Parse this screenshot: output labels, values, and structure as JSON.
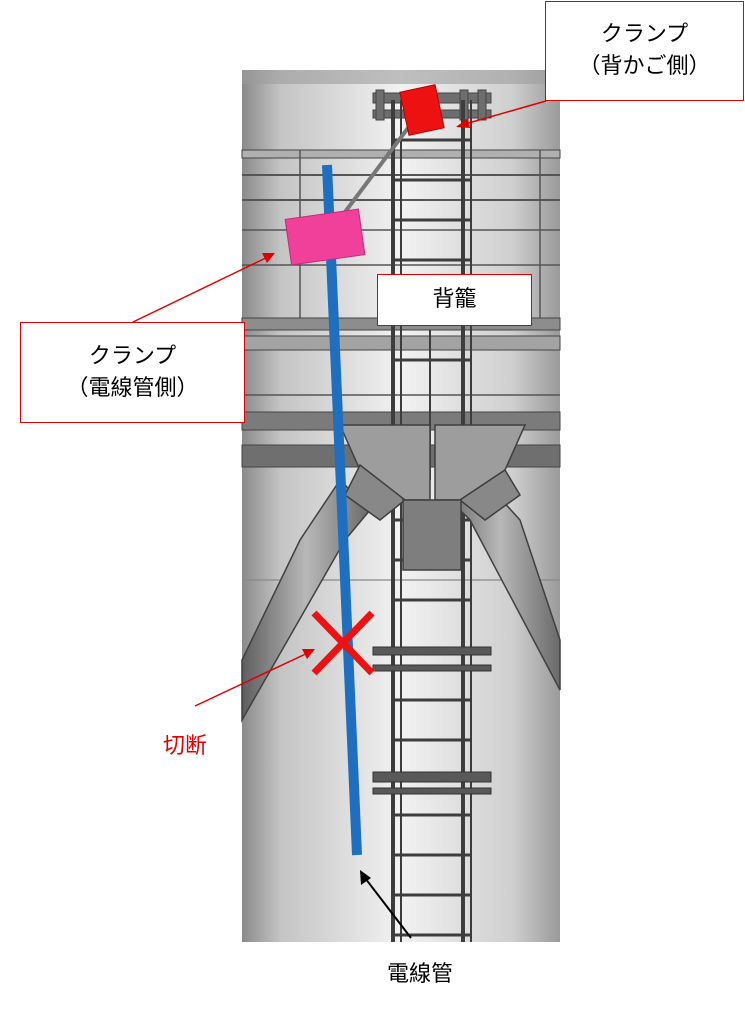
{
  "labels": {
    "clamp_cage_line1": "クランプ",
    "clamp_cage_line2": "（背かご側）",
    "cage": "背籠",
    "clamp_conduit_line1": "クランプ",
    "clamp_conduit_line2": "（電線管側）",
    "cut": "切断",
    "conduit": "電線管"
  },
  "colors": {
    "callout_border": "#e00000",
    "leader_red": "#e00000",
    "leader_black": "#000000",
    "conduit_blue": "#1f6fc1",
    "clamp_cage": "#ee1111",
    "clamp_conduit": "#f0409a",
    "cut_mark": "#ee1111"
  }
}
